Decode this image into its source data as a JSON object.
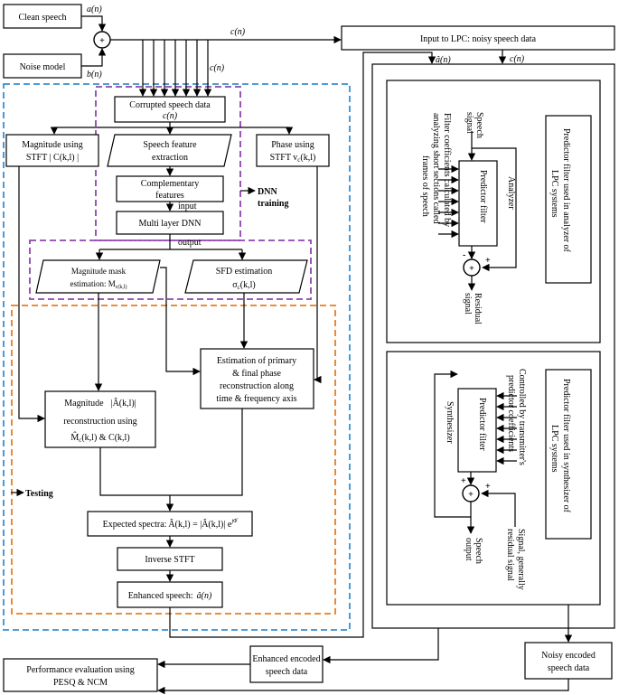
{
  "input": {
    "clean_speech": "Clean speech",
    "noise_model": "Noise model",
    "a_n": "a(n)",
    "b_n": "b(n)",
    "c_n_top": "c(n)",
    "c_n_branch": "c(n)",
    "c_n_lpc_in": "c(n)",
    "a_hat_n": "â(n)",
    "plus": "+"
  },
  "lpc_input": "Input to LPC: noisy speech data",
  "dnn": {
    "corrupted_line1": "Corrupted speech data",
    "corrupted_line2": "c(n)",
    "magnitude_line1": "Magnitude using",
    "magnitude_line2": "STFT  | C(k,l) |",
    "phase_line1": "Phase using",
    "phase_line2": "STFT v",
    "phase_sub": "c",
    "phase_tail": "(k,l)",
    "feature_line1": "Speech feature",
    "feature_line2": "extraction",
    "complementary_line1": "Complementary",
    "complementary_line2": "features",
    "input_label": "input",
    "multilayer": "Multi layer DNN",
    "output_label": "output",
    "dnn_training_line1": "DNN",
    "dnn_training_line2": "training",
    "mag_mask_line1": "Magnitude mask",
    "mag_mask_line2": "estimation: M",
    "mag_mask_sub": "c(k,l)",
    "sfd_line1": "SFD estimation",
    "sfd_line2": "σ",
    "sfd_sub": "c",
    "sfd_tail": "(k,l)"
  },
  "testing": {
    "label": "Testing",
    "phase_recon_line1": "Estimation of primary",
    "phase_recon_line2": "& final phase",
    "phase_recon_line3": "reconstruction along",
    "phase_recon_line4": "time & frequency axis",
    "mag_recon_line1": "Magnitude",
    "mag_recon_abs": "|Â(k,l)|",
    "mag_recon_line2": "reconstruction using",
    "mag_recon_line3": "M̂",
    "mag_recon_sub": "c",
    "mag_recon_tail": "(k,l) & C(k,l)",
    "expected_label": "Expected spectra:",
    "expected_formula": "Â(k,l) = |Â(k,l)| e",
    "expected_exp": "jΦ̂",
    "inverse_stft": "Inverse STFT",
    "enhanced_label": "Enhanced speech:",
    "enhanced_symbol": "â(n)"
  },
  "analyzer": {
    "speech_signal_line1": "Speech",
    "speech_signal_line2": "signal",
    "filter_coeff_line1": "Filter coefficients calculated by",
    "filter_coeff_line2": "analyzing short sections called",
    "filter_coeff_line3": "frames of speech",
    "analyzer_label": "Analyzer",
    "predictor_filter": "Predictor filter",
    "residual_line1": "Residual",
    "residual_line2": "signal",
    "desc_line1": "Predictor filter used in analyzer of",
    "desc_line2": "LPC systems",
    "minus": "-",
    "plus": "+"
  },
  "synthesizer": {
    "controlled_line1": "Controlled by transmitter's",
    "controlled_line2": "predictor coefficients",
    "synth_label": "Synthesizer",
    "predictor_filter": "Predictor filter",
    "signal_line1": "Signal, generally",
    "signal_line2": "residual signal",
    "speech_output_line1": "Speech",
    "speech_output_line2": "output",
    "desc_line1": "Predictor filter used in synthesizer of",
    "desc_line2": "LPC systems",
    "plus": "+"
  },
  "bottom": {
    "enhanced_encoded_line1": "Enhanced encoded",
    "enhanced_encoded_line2": "speech data",
    "noisy_encoded_line1": "Noisy encoded",
    "noisy_encoded_line2": "speech data",
    "performance_line1": "Performance evaluation using",
    "performance_line2": "PESQ & NCM"
  },
  "colors": {
    "blue_dash": "#3a8fd0",
    "purple_dash": "#8e44ad",
    "orange_dash": "#e87d22"
  }
}
